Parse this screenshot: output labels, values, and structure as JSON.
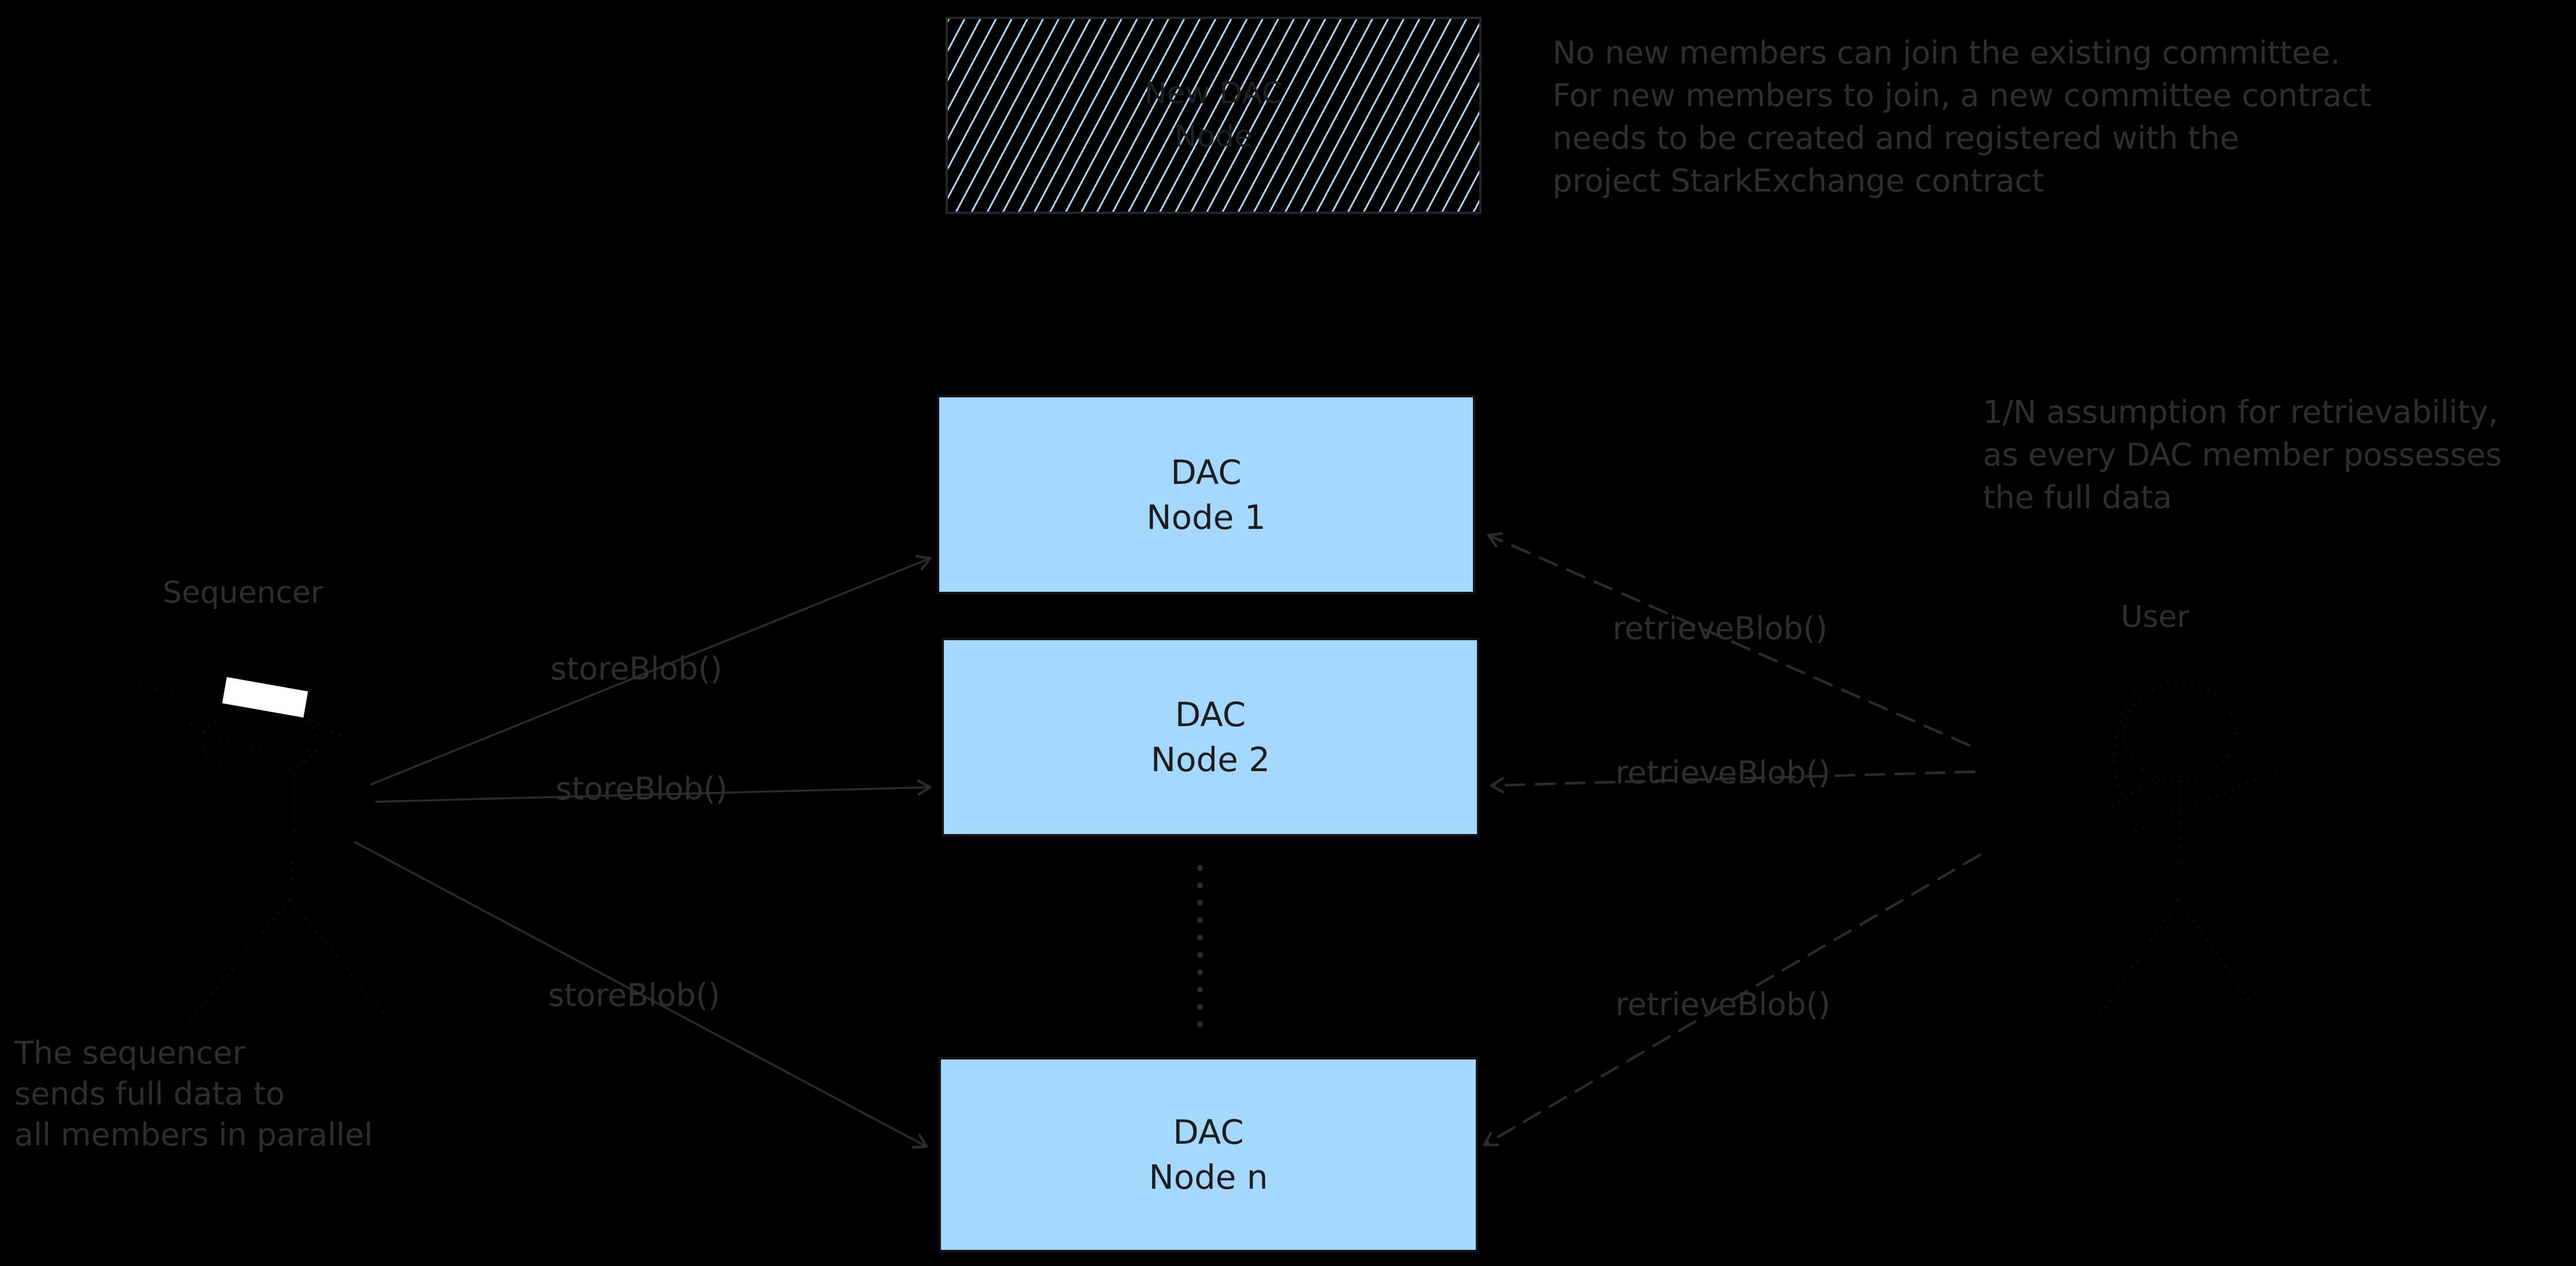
{
  "colors": {
    "background": "#000000",
    "node_fill": "#a5d8ff",
    "hatch_line": "#a5d8ff",
    "annotation_gray": "#2e2e2e",
    "box_text": "#1d1d1d",
    "laptop_screen": "#ffffff"
  },
  "hatched_box": {
    "line1": "New DAC",
    "line2": "Node"
  },
  "dac_nodes": [
    {
      "line1": "DAC",
      "line2": "Node 1"
    },
    {
      "line1": "DAC",
      "line2": "Node 2"
    },
    {
      "line1": "DAC",
      "line2": "Node n"
    }
  ],
  "actors": {
    "sequencer": "Sequencer",
    "user": "User"
  },
  "calls": {
    "store": "storeBlob()",
    "retrieve": "retrieveBlob()"
  },
  "notes": {
    "committee_lines": [
      "No new members can join the existing committee.",
      "For new members to join, a new committee contract",
      "needs to be created and registered with the",
      "project StarkExchange contract"
    ],
    "retrievability_lines": [
      "1/N assumption for retrievability,",
      "as every DAC member possesses",
      "the full data"
    ],
    "parallel_lines": [
      "The sequencer",
      "sends full data to",
      "all members in parallel"
    ]
  }
}
